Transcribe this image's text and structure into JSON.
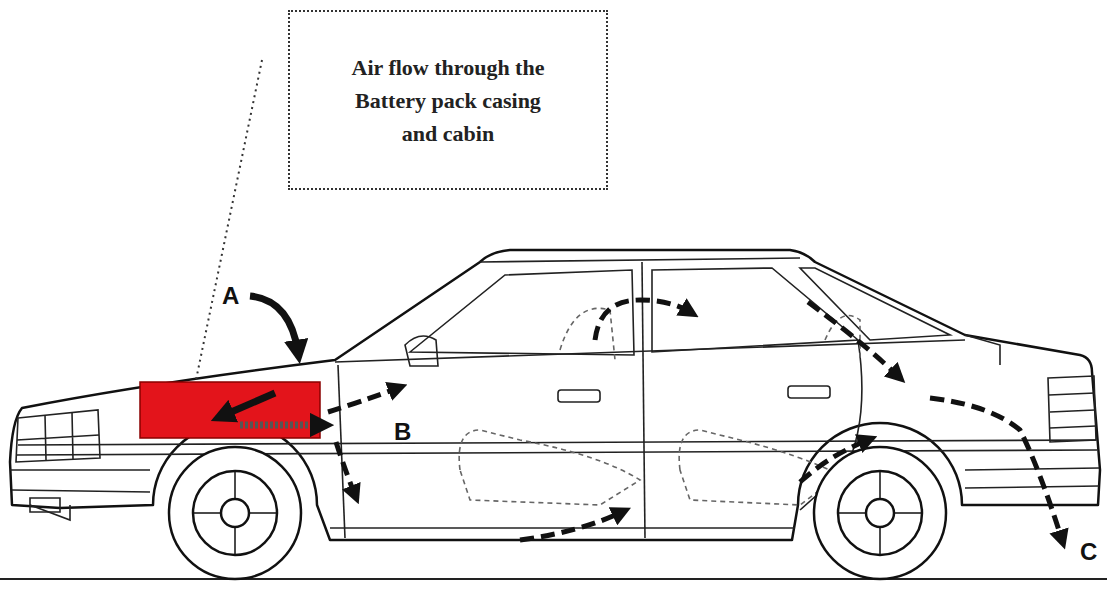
{
  "diagram": {
    "nodes": [
      {
        "text": [
          "Air flow through the Battery pack casing and cabin"
        ]
      }
    ],
    "labels": [
      "A",
      "B",
      "C"
    ]
  }
}
